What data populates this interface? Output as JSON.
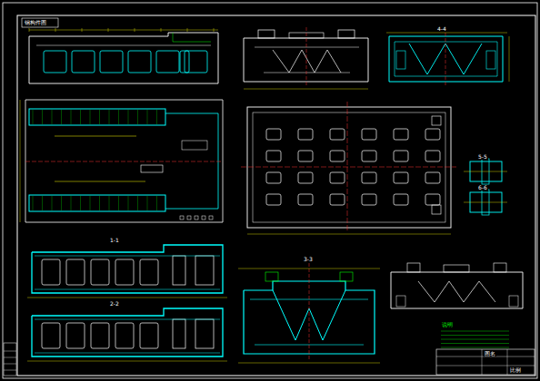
{
  "diagram": {
    "labels": [
      "钢构件图",
      "1-1",
      "2-2",
      "3-3",
      "4-4",
      "5-5",
      "6-6",
      "说明",
      "图名",
      "比例"
    ]
  }
}
